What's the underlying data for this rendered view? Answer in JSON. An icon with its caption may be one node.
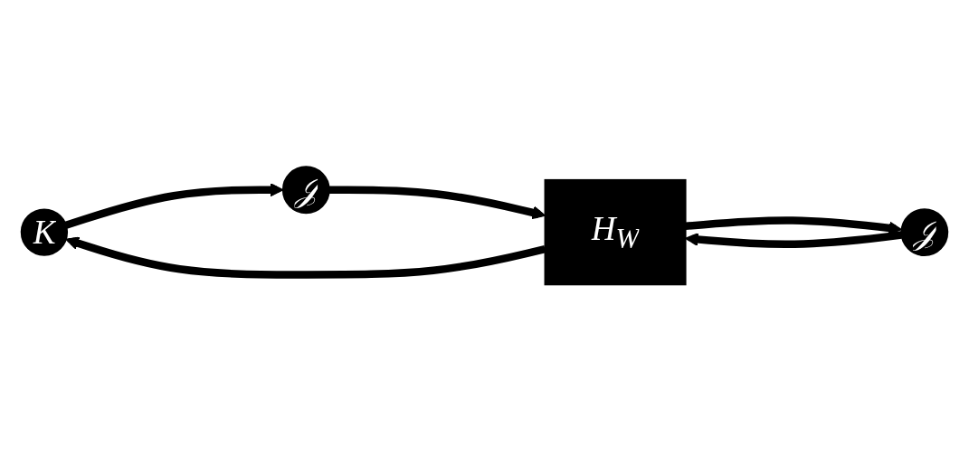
{
  "diagram": {
    "nodes": [
      {
        "text": [
          "K"
        ]
      },
      {
        "text": [
          "H$_{W}$"
        ]
      },
      {
        "text": [
          "𝒥"
        ]
      },
      {
        "text": [
          "𝒥"
        ]
      }
    ],
    "edges": [
      {
        "from": 1,
        "to": 0,
        "arrow": "to"
      },
      {
        "from": 0,
        "to": 3,
        "arrow": "to"
      },
      {
        "from": 3,
        "to": 1,
        "arrow": "to"
      },
      {
        "from": 1,
        "to": 2,
        "arrow": "to"
      },
      {
        "from": 2,
        "to": 1,
        "arrow": "to"
      }
    ]
  }
}
